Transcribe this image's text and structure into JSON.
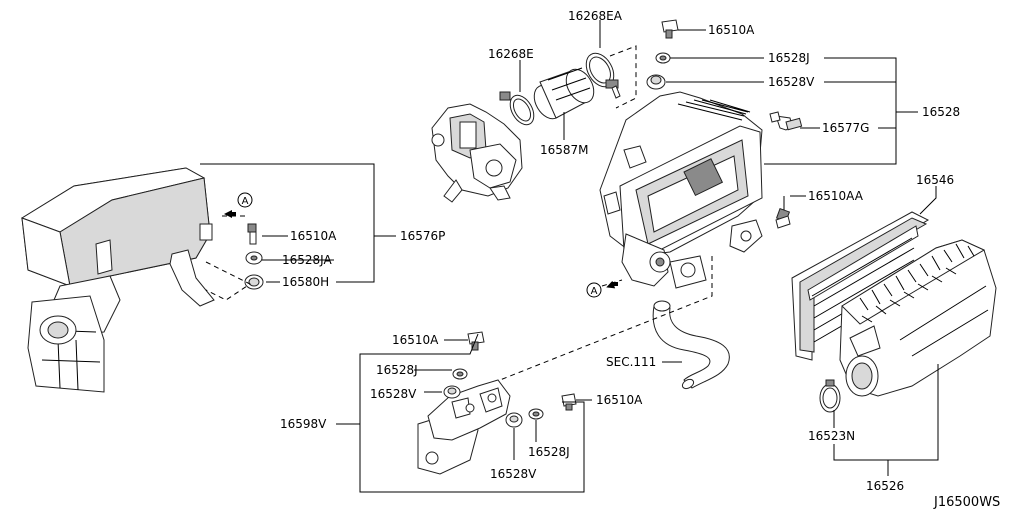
{
  "diagram_id": "J16500WS",
  "callouts": {
    "c16268EA": "16268EA",
    "c16510A_top": "16510A",
    "c16268E": "16268E",
    "c16528J_top": "16528J",
    "c16528V_top": "16528V",
    "c16528": "16528",
    "c16577G": "16577G",
    "c16587M": "16587M",
    "c16546": "16546",
    "c16510AA": "16510AA",
    "c16510A_left": "16510A",
    "c16576P": "16576P",
    "c16528JA": "16528JA",
    "c16580H": "16580H",
    "c16510A_bracket": "16510A",
    "c16528J_bracket": "16528J",
    "c16528V_bracket": "16528V",
    "c16598V": "16598V",
    "c16510A_bracket2": "16510A",
    "c16528J_bracket2": "16528J",
    "c16528V_bracket2": "16528V",
    "cSEC111": "SEC.111",
    "c16523N": "16523N",
    "c16526": "16526"
  },
  "view_markers": {
    "marker_left": "A",
    "marker_center": "A"
  }
}
